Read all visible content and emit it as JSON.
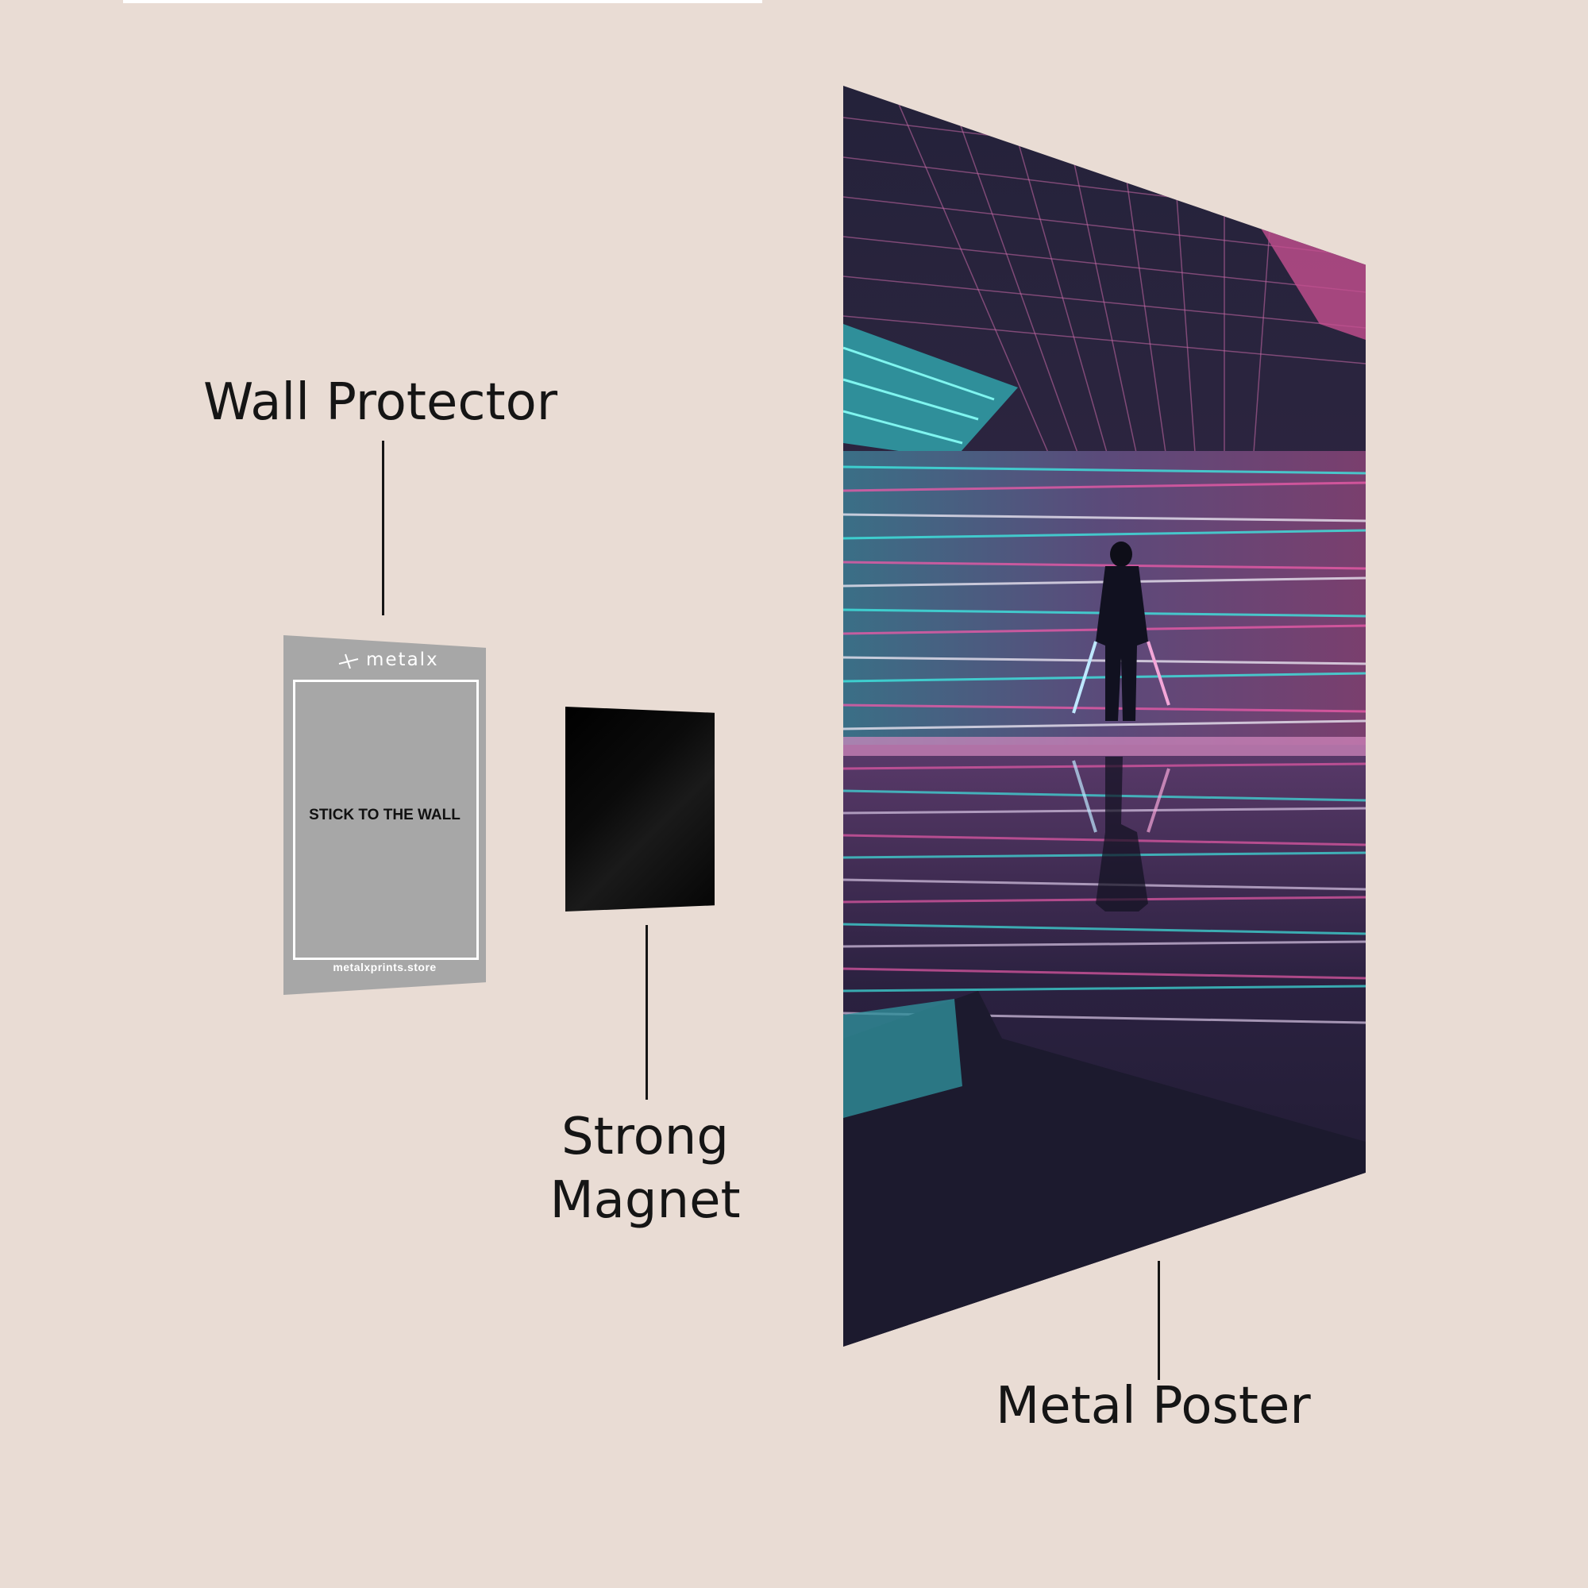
{
  "labels": {
    "wall_protector": "Wall Protector",
    "strong_magnet_line1": "Strong",
    "strong_magnet_line2": "Magnet",
    "metal_poster": "Metal Poster"
  },
  "wall_protector_card": {
    "brand": "metalx",
    "instruction": "STICK TO THE WALL",
    "website": "metalxprints.store"
  },
  "colors": {
    "background": "#e9dcd4",
    "protector": "#a7a7a7",
    "magnet": "#000000",
    "neon_cyan": "#3ee6e0",
    "neon_pink": "#e65aa6",
    "poster_dark": "#1a1830"
  }
}
